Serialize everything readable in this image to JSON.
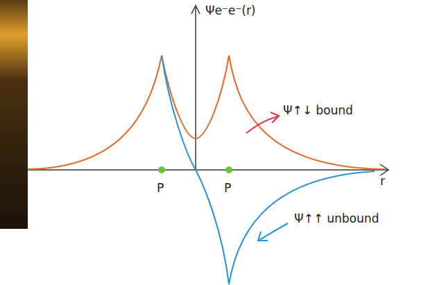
{
  "diagram": {
    "labels": [
      "Ψe⁻e⁻(r)",
      "r",
      "P",
      "P",
      "Ψ↑↓ bound",
      "Ψ↑↑ unbound"
    ]
  }
}
